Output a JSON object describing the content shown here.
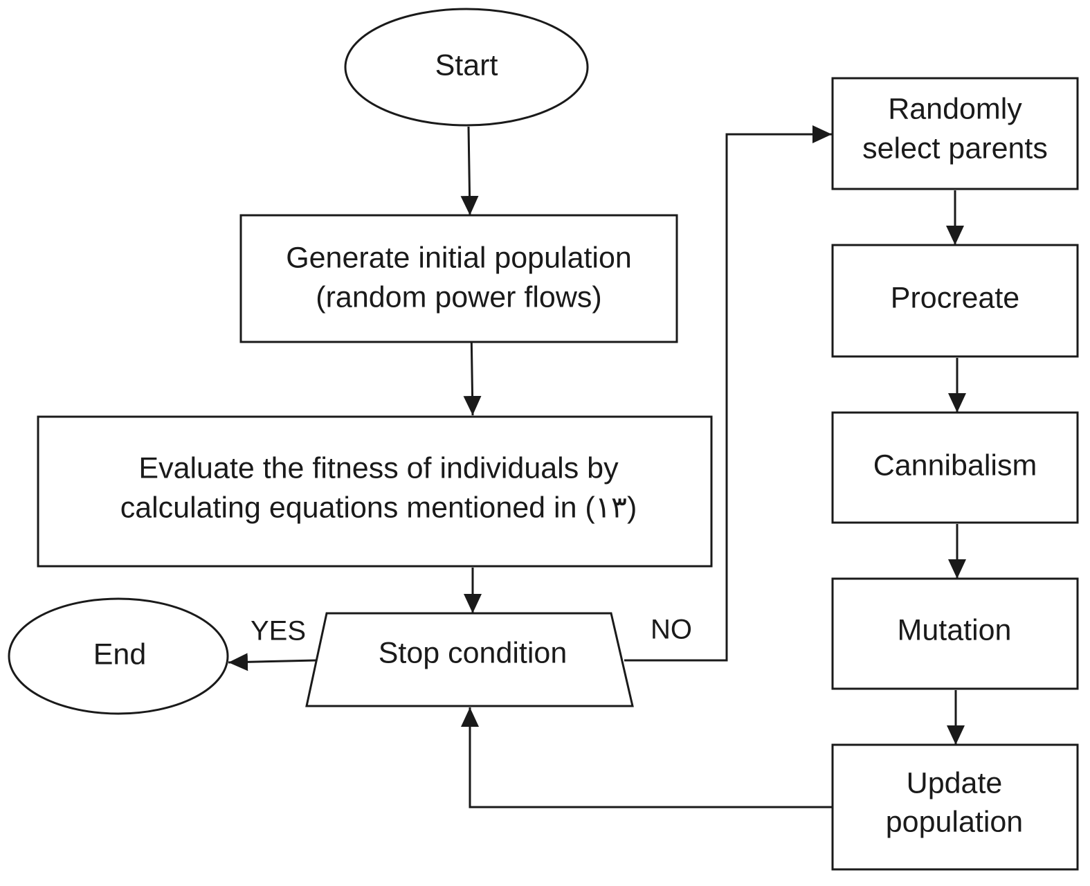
{
  "nodes": {
    "start": "Start",
    "generate_line1": "Generate initial population",
    "generate_line2": "(random power flows)",
    "evaluate_line1": "Evaluate the fitness of individuals by",
    "evaluate_line2": "calculating equations mentioned in (١٣)",
    "stop": "Stop condition",
    "end": "End",
    "select_line1": "Randomly",
    "select_line2": "select parents",
    "procreate": "Procreate",
    "cannibalism": "Cannibalism",
    "mutation": "Mutation",
    "update_line1": "Update",
    "update_line2": "population"
  },
  "edge_labels": {
    "yes": "YES",
    "no": "NO"
  }
}
